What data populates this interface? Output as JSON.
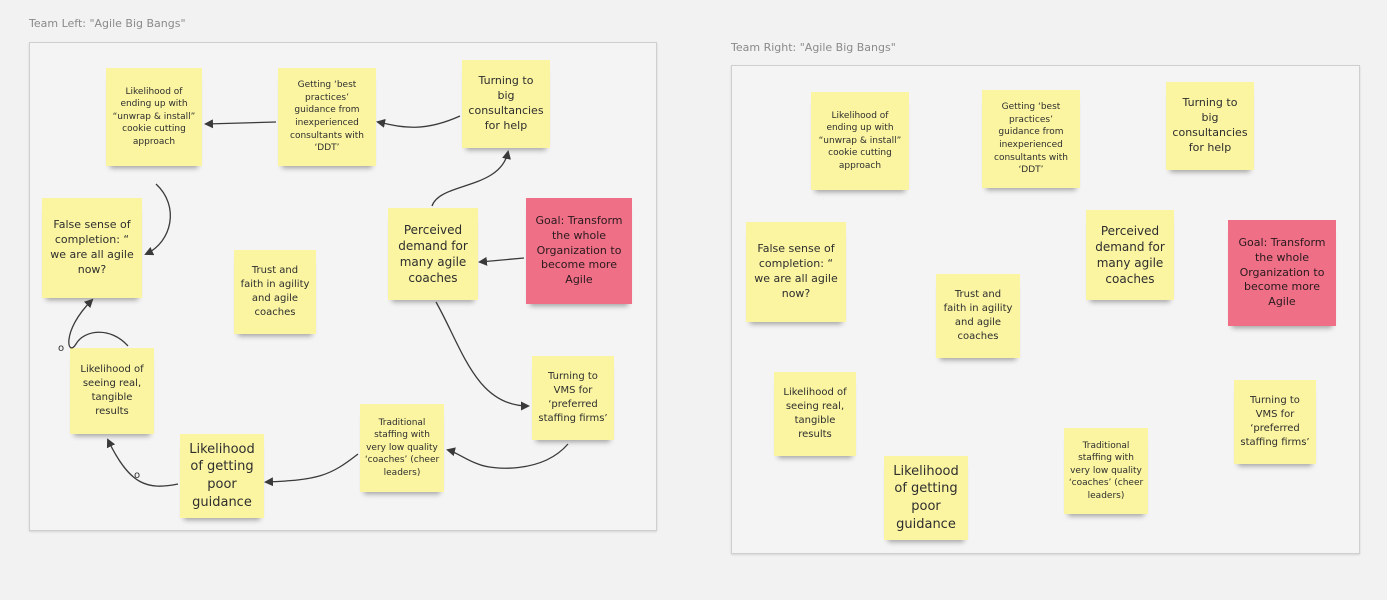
{
  "boards": {
    "left": {
      "label": "Team Left: \"Agile Big Bangs\"",
      "notes": {
        "ending_up": "Likelihood of\nending up with\n“unwrap & install”\ncookie cutting\napproach",
        "best_practices": "Getting ‘best\npractices’\nguidance from\ninexperienced\nconsultants with\n‘DDT’",
        "big_consultancies": "Turning to\nbig\nconsultancies\nfor help",
        "false_sense": "False sense of\ncompletion: “\nwe are all agile\nnow?",
        "trust": "Trust and\nfaith in agility\nand agile\ncoaches",
        "perceived_demand": "Perceived\ndemand for\nmany agile\ncoaches",
        "goal": "Goal: Transform\nthe whole\nOrganization to\nbecome more\nAgile",
        "real_results": "Likelihood of\nseeing real,\ntangible\nresults",
        "vms": "Turning to\nVMS for\n‘preferred\nstaffing firms’",
        "traditional_staffing": "Traditional\nstaffing with\nvery low quality\n‘coaches’ (cheer\nleaders)",
        "poor_guidance": "Likelihood\nof getting\npoor\nguidance"
      },
      "loop_markers": [
        "o",
        "o"
      ]
    },
    "right": {
      "label": "Team Right: \"Agile Big Bangs\"",
      "notes": {
        "ending_up": "Likelihood of\nending up with\n“unwrap & install”\ncookie cutting\napproach",
        "best_practices": "Getting ‘best\npractices’\nguidance from\ninexperienced\nconsultants with\n‘DDT’",
        "big_consultancies": "Turning to\nbig\nconsultancies\nfor help",
        "false_sense": "False sense of\ncompletion: “\nwe are all agile\nnow?",
        "trust": "Trust and\nfaith in agility\nand agile\ncoaches",
        "perceived_demand": "Perceived\ndemand for\nmany agile\ncoaches",
        "goal": "Goal: Transform\nthe whole\nOrganization to\nbecome more\nAgile",
        "real_results": "Likelihood of\nseeing real,\ntangible\nresults",
        "vms": "Turning to\nVMS for\n‘preferred\nstaffing firms’",
        "traditional_staffing": "Traditional\nstaffing with\nvery low quality\n‘coaches’ (cheer\nleaders)",
        "poor_guidance": "Likelihood\nof getting\npoor\nguidance"
      }
    }
  },
  "colors": {
    "sticky_yellow": "#fbf5a2",
    "sticky_pink": "#ee6f86",
    "connector": "#3a3a3a",
    "canvas": "#f2f2f2"
  }
}
